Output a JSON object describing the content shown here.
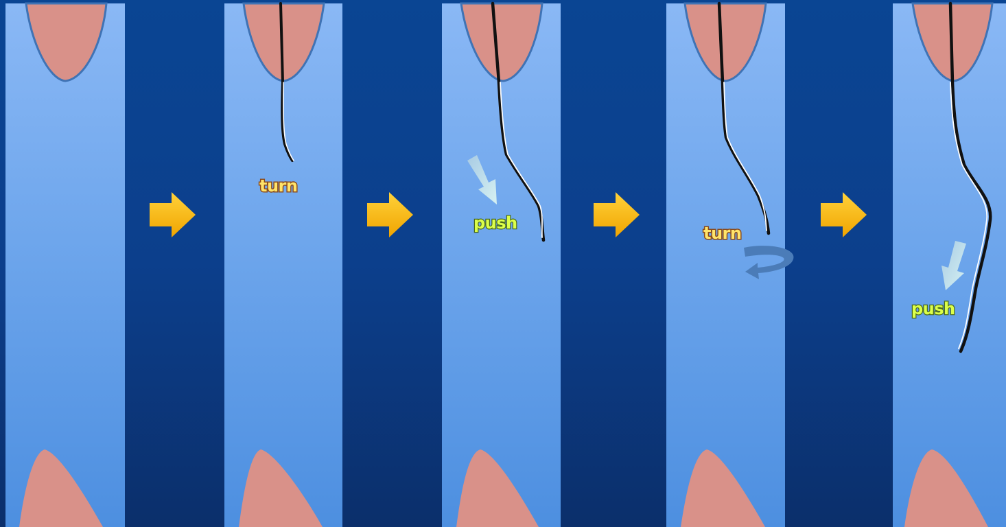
{
  "colors": {
    "background": "#0c3f8c",
    "vessel_top": "#8ab8f5",
    "vessel_bottom": "#4d8fe0",
    "tissue": "#d99189",
    "tissue_edge": "#3f73b5",
    "arrow": "#f7b500",
    "turn_label": "#ffe46a",
    "push_label": "#dcff4a",
    "push_arrow": "#b9e2ec",
    "rotate_arrow": "#4b7cb8"
  },
  "steps": [
    {
      "label": ""
    },
    {
      "label": "turn",
      "action": "turn"
    },
    {
      "label": "push",
      "action": "push"
    },
    {
      "label": "turn",
      "action": "turn"
    },
    {
      "label": "push",
      "action": "push"
    }
  ],
  "transition_arrow_icon": "right-arrow-icon",
  "push_arrow_icon": "down-right-arrow-icon",
  "rotate_arrow_icon": "rotate-arrow-icon"
}
